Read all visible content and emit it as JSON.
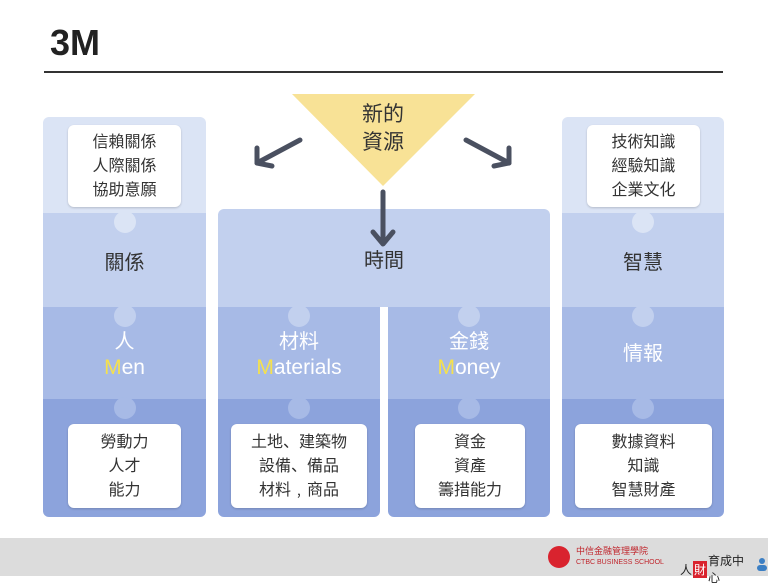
{
  "title": "3M",
  "center": {
    "line1": "新的",
    "line2": "資源"
  },
  "time_label": "時間",
  "columns": {
    "men": {
      "top_box": [
        "信賴關係",
        "人際關係",
        "協助意願"
      ],
      "relation": "關係",
      "zh": "人",
      "en_first": "M",
      "en_rest": "en",
      "bottom_box": [
        "勞動力",
        "人才",
        "能力"
      ]
    },
    "materials": {
      "zh": "材料",
      "en_first": "M",
      "en_rest": "aterials",
      "bottom_box": [
        "土地、建築物",
        "設備、備品",
        "材料﹐商品"
      ]
    },
    "money": {
      "zh": "金錢",
      "en_first": "M",
      "en_rest": "oney",
      "bottom_box": [
        "資金",
        "資產",
        "籌措能力"
      ]
    },
    "info": {
      "top_box": [
        "技術知識",
        "經驗知識",
        "企業文化"
      ],
      "wisdom": "智慧",
      "zh": "情報",
      "bottom_box": [
        "數據資料",
        "知識",
        "智慧財產"
      ]
    }
  },
  "footer": {
    "logo_zh": "中信金融管理學院",
    "logo_en": "CTBC BUSINESS SCHOOL",
    "hr_a": "人",
    "hr_b": "財",
    "hr_c": "育成中心"
  }
}
